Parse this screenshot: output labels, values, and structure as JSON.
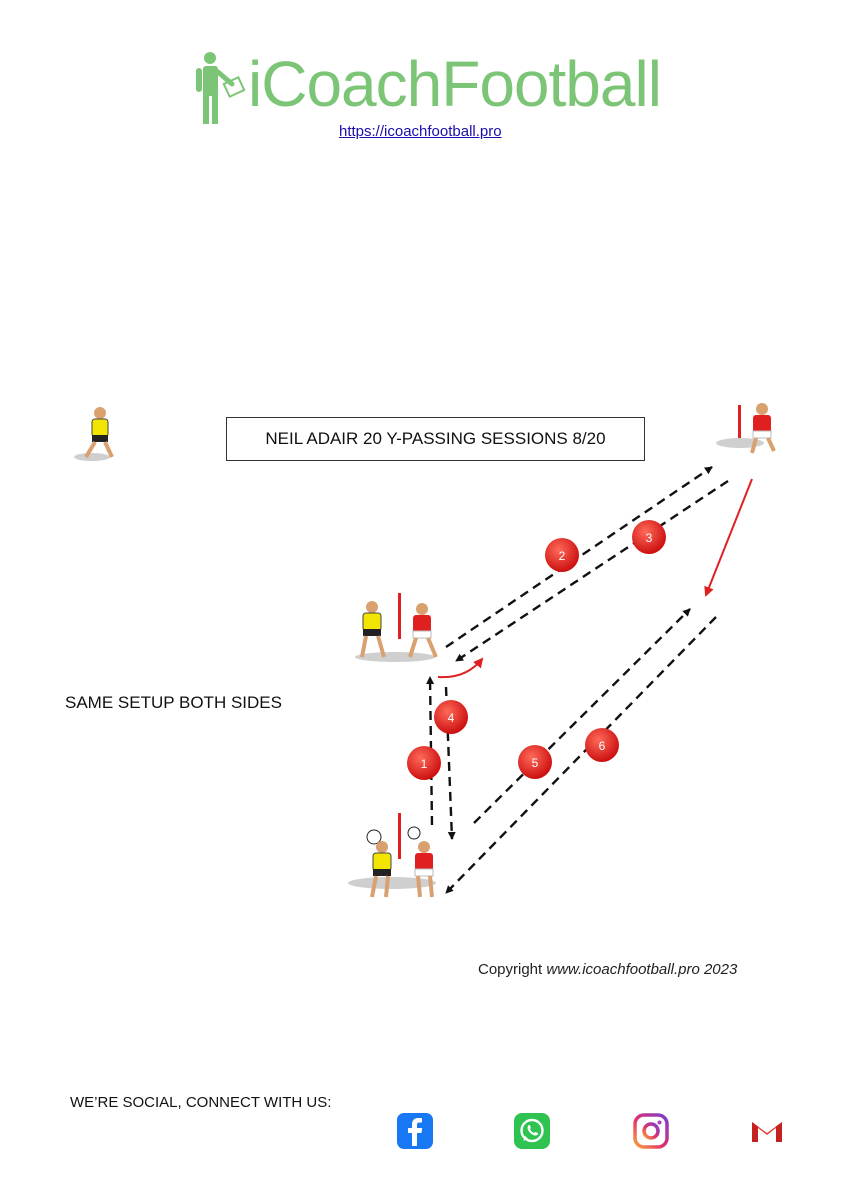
{
  "brand": {
    "name": "iCoachFootball",
    "url": "https://icoachfootball.pro",
    "color": "#7cc576"
  },
  "session": {
    "title": "NEIL ADAIR 20 Y-PASSING SESSIONS 8/20",
    "note": "SAME SETUP BOTH SIDES"
  },
  "diagram": {
    "step_labels": [
      "1",
      "2",
      "3",
      "4",
      "5",
      "6"
    ],
    "colors": {
      "home": "#e02020",
      "away": "#f2e600",
      "marker": "#e02020"
    }
  },
  "footer": {
    "copyright_prefix": "Copyright",
    "copyright_site": "www.icoachfootball.pro",
    "copyright_year": "2023",
    "social_label": "WE’RE SOCIAL, CONNECT WITH US:",
    "social_icons": [
      "facebook-icon",
      "whatsapp-icon",
      "instagram-icon",
      "gmail-icon"
    ]
  }
}
